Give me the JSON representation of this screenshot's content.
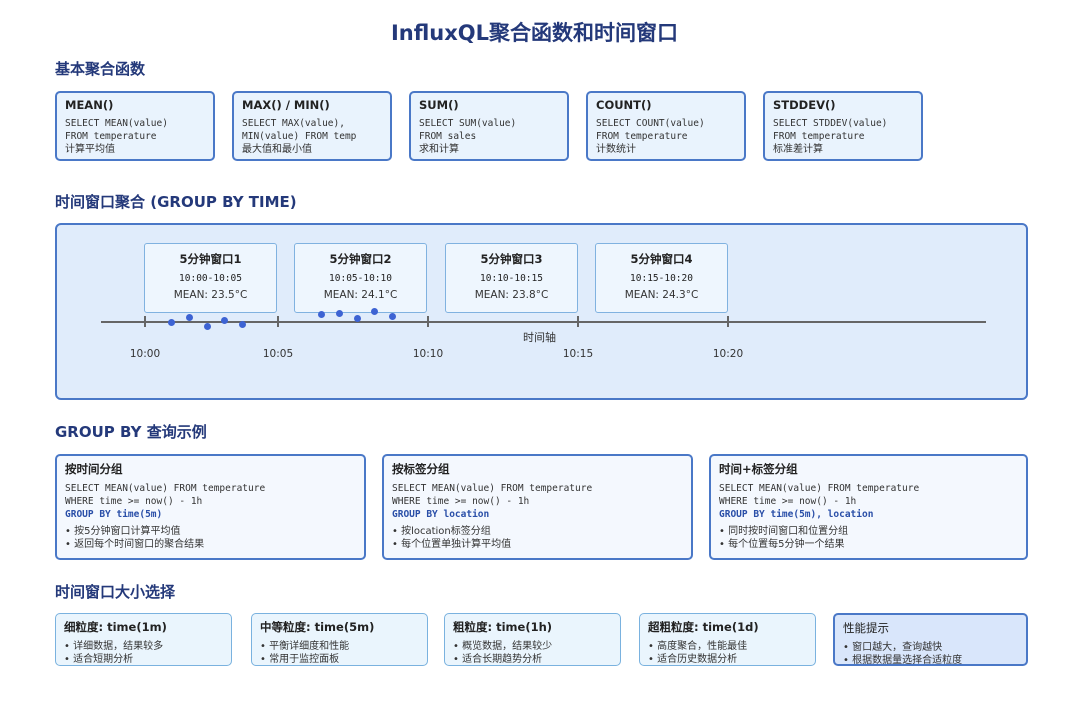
{
  "title": "InfluxQL聚合函数和时间窗口",
  "sections": {
    "basic": "基本聚合函数",
    "window": "时间窗口聚合 (GROUP BY TIME)",
    "groupby": "GROUP BY 查询示例",
    "size": "时间窗口大小选择"
  },
  "functions": [
    {
      "name": "MEAN()",
      "code": [
        "SELECT MEAN(value)",
        "FROM temperature"
      ],
      "desc": "计算平均值"
    },
    {
      "name": "MAX() / MIN()",
      "code": [
        "SELECT MAX(value),",
        "MIN(value) FROM temp"
      ],
      "desc": "最大值和最小值"
    },
    {
      "name": "SUM()",
      "code": [
        "SELECT SUM(value)",
        "FROM sales"
      ],
      "desc": "求和计算"
    },
    {
      "name": "COUNT()",
      "code": [
        "SELECT COUNT(value)",
        "FROM temperature"
      ],
      "desc": "计数统计"
    },
    {
      "name": "STDDEV()",
      "code": [
        "SELECT STDDEV(value)",
        "FROM temperature"
      ],
      "desc": "标准差计算"
    }
  ],
  "windows": [
    {
      "title": "5分钟窗口1",
      "range": "10:00-10:05",
      "mean": "MEAN: 23.5°C"
    },
    {
      "title": "5分钟窗口2",
      "range": "10:05-10:10",
      "mean": "MEAN: 24.1°C"
    },
    {
      "title": "5分钟窗口3",
      "range": "10:10-10:15",
      "mean": "MEAN: 23.8°C"
    },
    {
      "title": "5分钟窗口4",
      "range": "10:15-10:20",
      "mean": "MEAN: 24.3°C"
    }
  ],
  "axis": {
    "label": "时间轴",
    "ticks": [
      "10:00",
      "10:05",
      "10:10",
      "10:15",
      "10:20"
    ]
  },
  "groupby_examples": [
    {
      "title": "按时间分组",
      "code": [
        "SELECT MEAN(value) FROM temperature",
        "WHERE time >= now() - 1h"
      ],
      "keyword": "GROUP BY time(5m)",
      "bullets": [
        "• 按5分钟窗口计算平均值",
        "• 返回每个时间窗口的聚合结果"
      ]
    },
    {
      "title": "按标签分组",
      "code": [
        "SELECT MEAN(value) FROM temperature",
        "WHERE time >= now() - 1h"
      ],
      "keyword": "GROUP BY location",
      "bullets": [
        "• 按location标签分组",
        "• 每个位置单独计算平均值"
      ]
    },
    {
      "title": "时间+标签分组",
      "code": [
        "SELECT MEAN(value) FROM temperature",
        "WHERE time >= now() - 1h"
      ],
      "keyword": "GROUP BY time(5m), location",
      "bullets": [
        "• 同时按时间窗口和位置分组",
        "• 每个位置每5分钟一个结果"
      ]
    }
  ],
  "granularities": [
    {
      "title": "细粒度: time(1m)",
      "bullets": [
        "• 详细数据，结果较多",
        "• 适合短期分析"
      ]
    },
    {
      "title": "中等粒度: time(5m)",
      "bullets": [
        "• 平衡详细度和性能",
        "• 常用于监控面板"
      ]
    },
    {
      "title": "粗粒度: time(1h)",
      "bullets": [
        "• 概览数据，结果较少",
        "• 适合长期趋势分析"
      ]
    },
    {
      "title": "超粗粒度: time(1d)",
      "bullets": [
        "• 高度聚合，性能最佳",
        "• 适合历史数据分析"
      ]
    },
    {
      "title": "性能提示",
      "bullets": [
        "• 窗口越大，查询越快",
        "• 根据数据量选择合适粒度"
      ]
    }
  ]
}
